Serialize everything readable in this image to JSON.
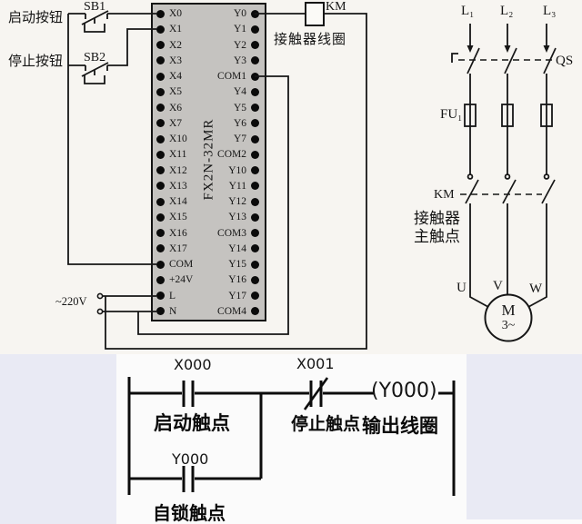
{
  "colors": {
    "background_top": "#f7f5f1",
    "background_bottom_panel": "#e9eaf4",
    "ladder_panel": "#fbfbfb",
    "plc_fill": "#c5c3c0",
    "line": "#141414"
  },
  "input_circuit": {
    "start_label": "启动按钮",
    "start_id": "SB1",
    "stop_label": "停止按钮",
    "stop_id": "SB2",
    "supply_label": "~220V"
  },
  "plc": {
    "model": "FX2N-32MR",
    "left_terminals": [
      "X0",
      "X1",
      "X2",
      "X3",
      "X4",
      "X5",
      "X6",
      "X7",
      "X10",
      "X11",
      "X12",
      "X13",
      "X14",
      "X15",
      "X16",
      "X17",
      "COM",
      "+24V",
      "L",
      "N"
    ],
    "right_terminals": [
      "Y0",
      "Y1",
      "Y2",
      "Y3",
      "COM1",
      "Y4",
      "Y5",
      "Y6",
      "Y7",
      "COM2",
      "Y10",
      "Y11",
      "Y12",
      "Y13",
      "COM3",
      "Y14",
      "Y15",
      "Y16",
      "Y17",
      "COM4"
    ]
  },
  "output_circuit": {
    "contactor_id": "KM",
    "coil_label": "接触器线圈"
  },
  "power_circuit": {
    "phase_labels": [
      "L₁",
      "L₂",
      "L₃"
    ],
    "switch_id": "QS",
    "fuse_id": "FU₁",
    "contactor_id": "KM",
    "contactor_name": "接触器",
    "contactor_contacts": "主触点",
    "motor_terminals": [
      "U",
      "V",
      "W"
    ],
    "motor_id": "M",
    "motor_phase": "3~"
  },
  "ladder": {
    "start_contact_address": "X000",
    "start_contact_label": "启动触点",
    "stop_contact_address": "X001",
    "stop_contact_label": "停止触点",
    "output_coil_address": "(Y000)",
    "output_coil_label": "输出线圈",
    "latch_contact_address": "Y000",
    "latch_contact_label": "自锁触点"
  }
}
